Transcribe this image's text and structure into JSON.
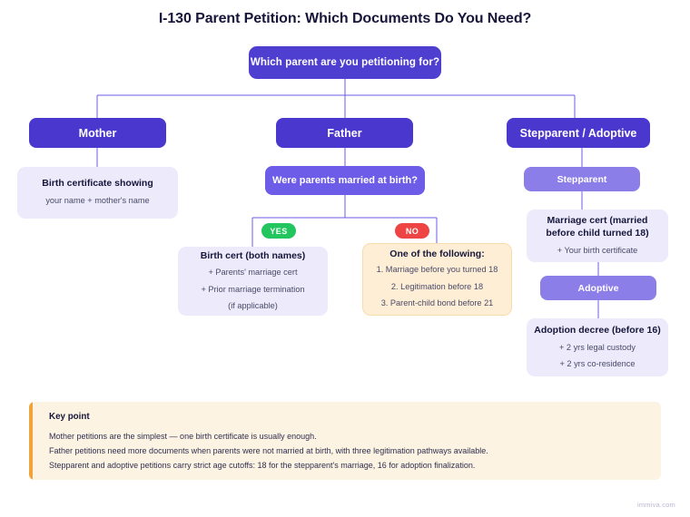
{
  "title": "I-130 Parent Petition: Which Documents Do You Need?",
  "colors": {
    "root": "#4f3fd0",
    "branch": "#4a37cd",
    "question": "#6c5ce7",
    "subpill": "#8b7ee8",
    "doc_card": "#eceafb",
    "warn_card": "#fdeed5",
    "connector": "#6c5ce7",
    "yes": "#22c55e",
    "no": "#ef4444",
    "keypoint_bg": "#fdf3e3",
    "keypoint_accent": "#f0a33a"
  },
  "root": {
    "label": "Which parent are you petitioning for?"
  },
  "branches": {
    "mother": {
      "header": "Mother",
      "doc": {
        "head": "Birth certificate showing",
        "lines": [
          "your name + mother's name"
        ]
      }
    },
    "father": {
      "header": "Father",
      "question": "Were parents married at birth?",
      "yes_badge": "YES",
      "no_badge": "NO",
      "yes_doc": {
        "head": "Birth cert (both names)",
        "lines": [
          "+ Parents' marriage cert",
          "+ Prior marriage termination",
          "(if applicable)"
        ]
      },
      "no_doc": {
        "head": "One of the following:",
        "lines": [
          "1. Marriage before you turned 18",
          "2. Legitimation before 18",
          "3. Parent-child bond before 21"
        ]
      }
    },
    "stepparent_adoptive": {
      "header": "Stepparent / Adoptive",
      "stepparent_pill": "Stepparent",
      "stepparent_doc": {
        "head": "Marriage cert (married\nbefore child turned 18)",
        "lines": [
          "+ Your birth certificate"
        ]
      },
      "adoptive_pill": "Adoptive",
      "adoptive_doc": {
        "head": "Adoption decree (before 16)",
        "lines": [
          "+ 2 yrs legal custody",
          "+ 2 yrs co-residence"
        ]
      }
    }
  },
  "keypoint": {
    "title": "Key point",
    "lines": [
      "Mother petitions are the simplest — one birth certificate is usually enough.",
      "Father petitions need more documents when parents were not married at birth, with three legitimation pathways available.",
      "Stepparent and adoptive petitions carry strict age cutoffs: 18 for the stepparent's marriage, 16 for adoption finalization."
    ]
  },
  "watermark": "immiva.com"
}
